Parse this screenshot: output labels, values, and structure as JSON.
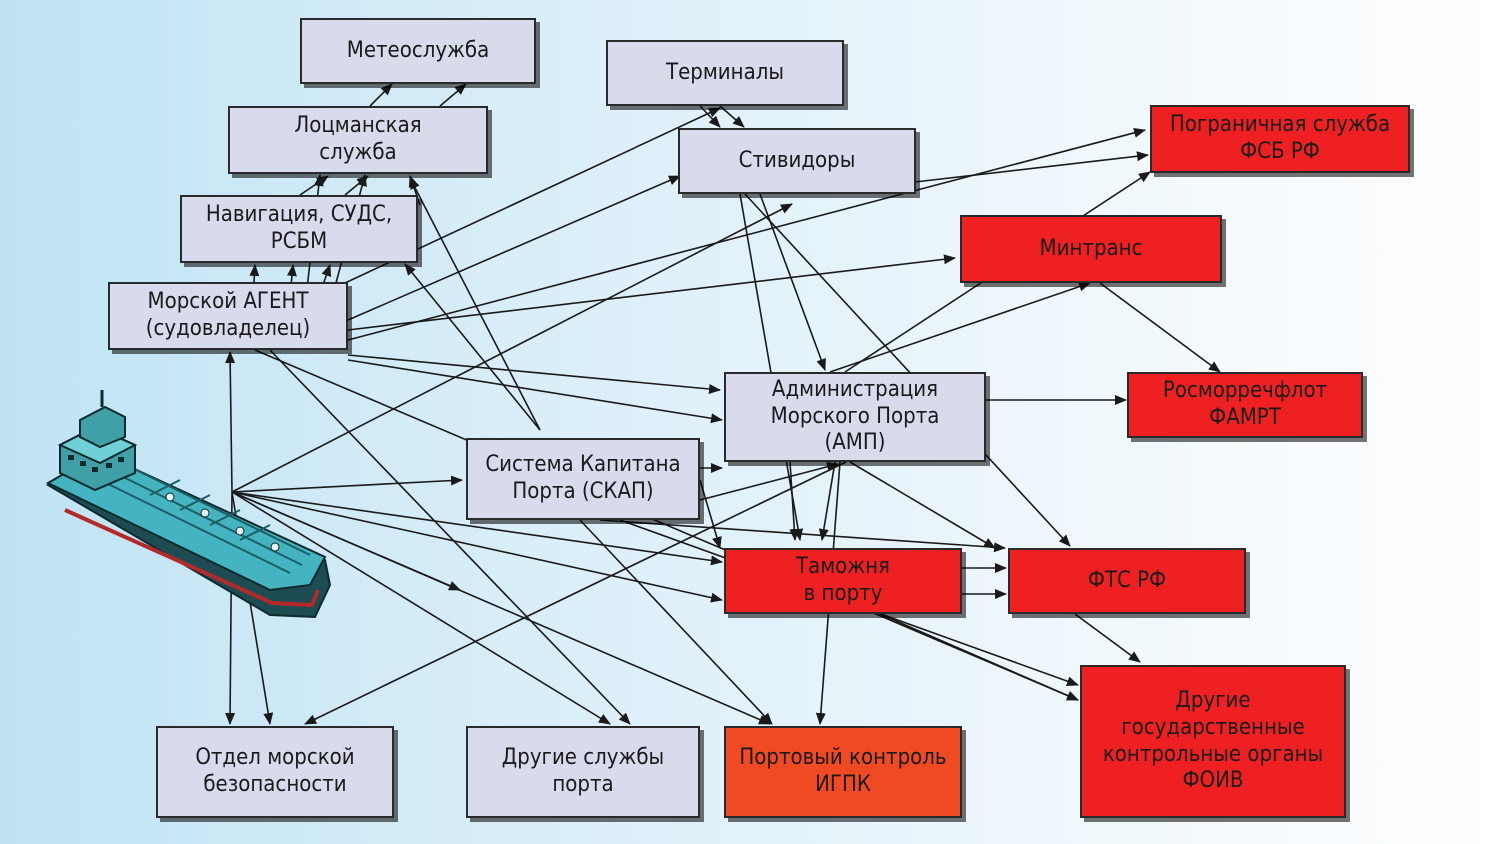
{
  "nodes": {
    "meteo": {
      "lines": [
        "Метеослужба"
      ]
    },
    "pilot": {
      "lines": [
        "Лоцманская",
        "служба"
      ]
    },
    "nav": {
      "lines": [
        "Навигация, СУДС,",
        "РСБМ"
      ]
    },
    "agent": {
      "lines": [
        "Морской АГЕНТ",
        "(судовладелец)"
      ]
    },
    "terminals": {
      "lines": [
        "Терминалы"
      ]
    },
    "stevedores": {
      "lines": [
        "Стивидоры"
      ]
    },
    "border": {
      "lines": [
        "Пограничная служба",
        "ФСБ РФ"
      ]
    },
    "mintrans": {
      "lines": [
        "Минтранс"
      ]
    },
    "amp": {
      "lines": [
        "Администрация",
        "Морского Порта",
        "(АМП)"
      ]
    },
    "rosmor": {
      "lines": [
        "Росморречфлот",
        "ФАМРТ"
      ]
    },
    "skap": {
      "lines": [
        "Система Капитана",
        "Порта (СКАП)"
      ]
    },
    "customs": {
      "lines": [
        "Таможня",
        "в порту"
      ]
    },
    "fts": {
      "lines": [
        "ФТС РФ"
      ]
    },
    "security": {
      "lines": [
        "Отдел морской",
        "безопасности"
      ]
    },
    "other_services": {
      "lines": [
        "Другие службы",
        "порта"
      ]
    },
    "port_control": {
      "lines": [
        "Портовый контроль",
        "ИГПК"
      ]
    },
    "other_gov": {
      "lines": [
        "Другие",
        "государственные",
        "контрольные органы",
        "ФОИВ"
      ]
    }
  },
  "colors": {
    "service_box": "#d7dbec",
    "state_body": "#ee2022",
    "port_control": "#f04a23",
    "arrow": "#1a1a1a"
  },
  "ship": {
    "icon": "tanker-ship-icon"
  }
}
